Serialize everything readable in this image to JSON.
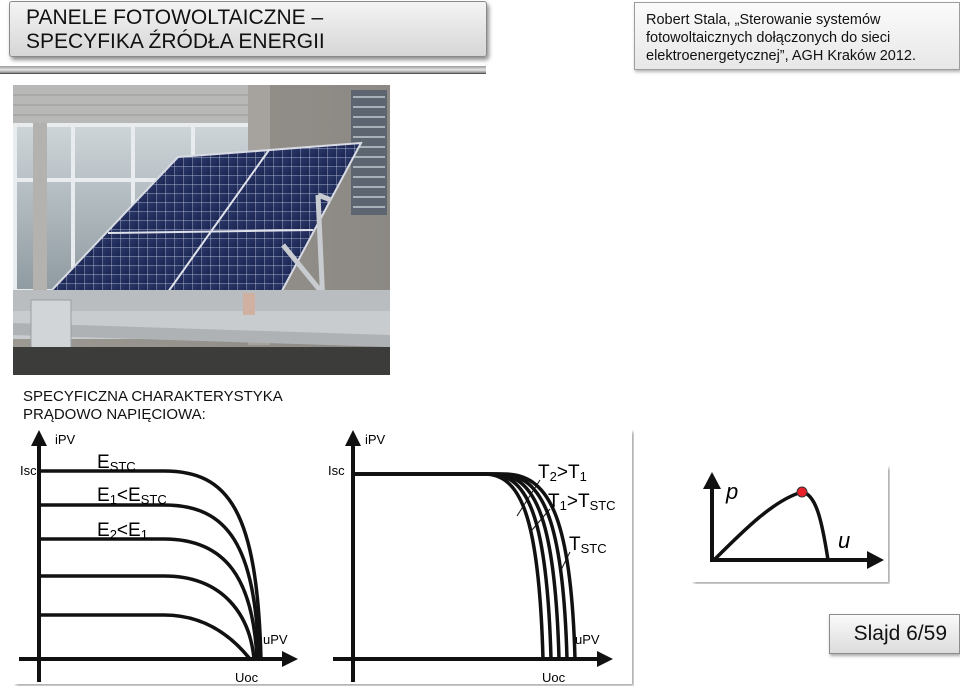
{
  "title": {
    "line1": "PANELE FOTOWOLTAICZNE –",
    "line2": "SPECYFIKA ŹRÓDŁA ENERGII"
  },
  "citation": {
    "line1": "Robert Stala, „Sterowanie systemów",
    "line2": "fotowoltaicznych dołączonych do sieci",
    "line3": "elektroenergetycznej”, AGH Kraków 2012."
  },
  "section": {
    "line1": "SPECYFICZNA CHARAKTERYSTYKA",
    "line2": "PRĄDOWO NAPIĘCIOWA:"
  },
  "chart_data": [
    {
      "type": "line",
      "ylabel": "iPV",
      "xlabel": "uPV",
      "y_marker": "Isc",
      "x_marker": "Uoc",
      "annotations": [
        {
          "base": "E",
          "sub": "STC"
        },
        {
          "base": "E",
          "sub": "1",
          "rel": "<",
          "base2": "E",
          "sub2": "STC"
        },
        {
          "base": "E",
          "sub": "2",
          "rel": "<",
          "base2": "E",
          "sub2": "1"
        }
      ]
    },
    {
      "type": "line",
      "ylabel": "iPV",
      "xlabel": "uPV",
      "y_marker": "Isc",
      "x_marker": "Uoc",
      "annotations": [
        {
          "base": "T",
          "sub": "2",
          "rel": ">",
          "base2": "T",
          "sub2": "1"
        },
        {
          "base": "T",
          "sub": "1",
          "rel": ">",
          "base2": "T",
          "sub2": "STC"
        },
        {
          "base": "T",
          "sub": "STC"
        }
      ]
    },
    {
      "type": "line",
      "ylabel": "p",
      "xlabel": "u",
      "highlight": "maximum power point",
      "highlight_color": "#e8202a"
    }
  ],
  "slide": {
    "label": "Slajd 6/59"
  },
  "colors": {
    "mpp_marker": "#e8202a",
    "curve": "#111111"
  }
}
